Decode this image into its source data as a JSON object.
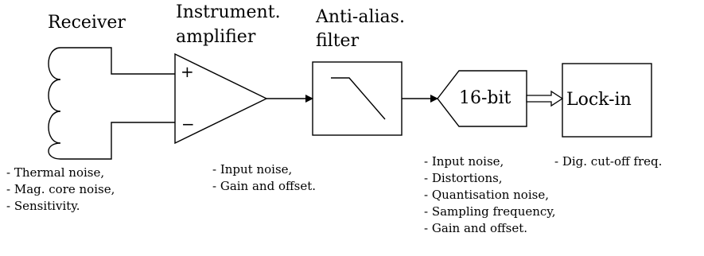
{
  "blocks": {
    "receiver": {
      "title": "Receiver"
    },
    "amplifier": {
      "title_line1": "Instrument.",
      "title_line2": "amplifier",
      "plus": "+",
      "minus": "−"
    },
    "filter": {
      "title_line1": "Anti-alias.",
      "title_line2": "filter"
    },
    "adc": {
      "label": "16-bit"
    },
    "lockin": {
      "label": "Lock-in"
    }
  },
  "notes": {
    "receiver": [
      "- Thermal noise,",
      "- Mag. core noise,",
      "- Sensitivity."
    ],
    "amplifier": [
      "- Input noise,",
      "- Gain and offset."
    ],
    "adc": [
      "- Input noise,",
      "- Distortions,",
      "- Quantisation noise,",
      "- Sampling frequency,",
      "- Gain and offset."
    ],
    "lockin": [
      "- Dig. cut-off freq."
    ]
  }
}
